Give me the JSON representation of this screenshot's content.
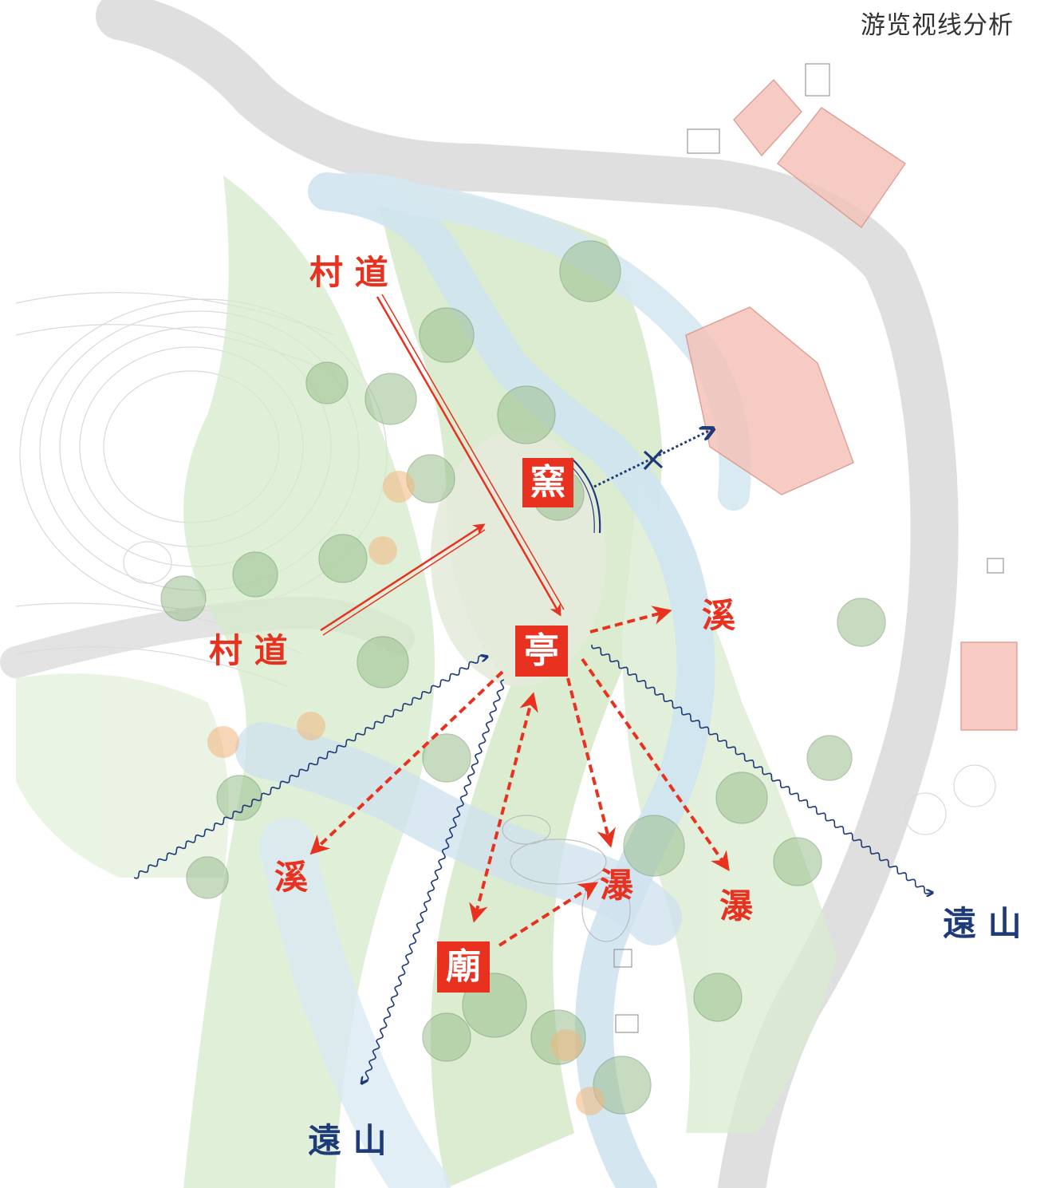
{
  "title": "游览视线分析",
  "nodes": {
    "pavilion": "亭",
    "kiln": "窯",
    "temple": "廟"
  },
  "labels": {
    "village_road_top": "村 道",
    "village_road_left": "村 道",
    "stream_right": "溪",
    "stream_left": "溪",
    "waterfall_center": "瀑",
    "waterfall_right": "瀑",
    "far_mountain_right": "遠 山",
    "far_mountain_bottom": "遠 山"
  },
  "colors": {
    "sightline_red": "#e8311f",
    "sightline_blue": "#1f3a78",
    "stream": "#cfe4ef",
    "greenery": "#cfe6c2",
    "building": "#f3c0b8",
    "road": "#d6d6d6"
  }
}
